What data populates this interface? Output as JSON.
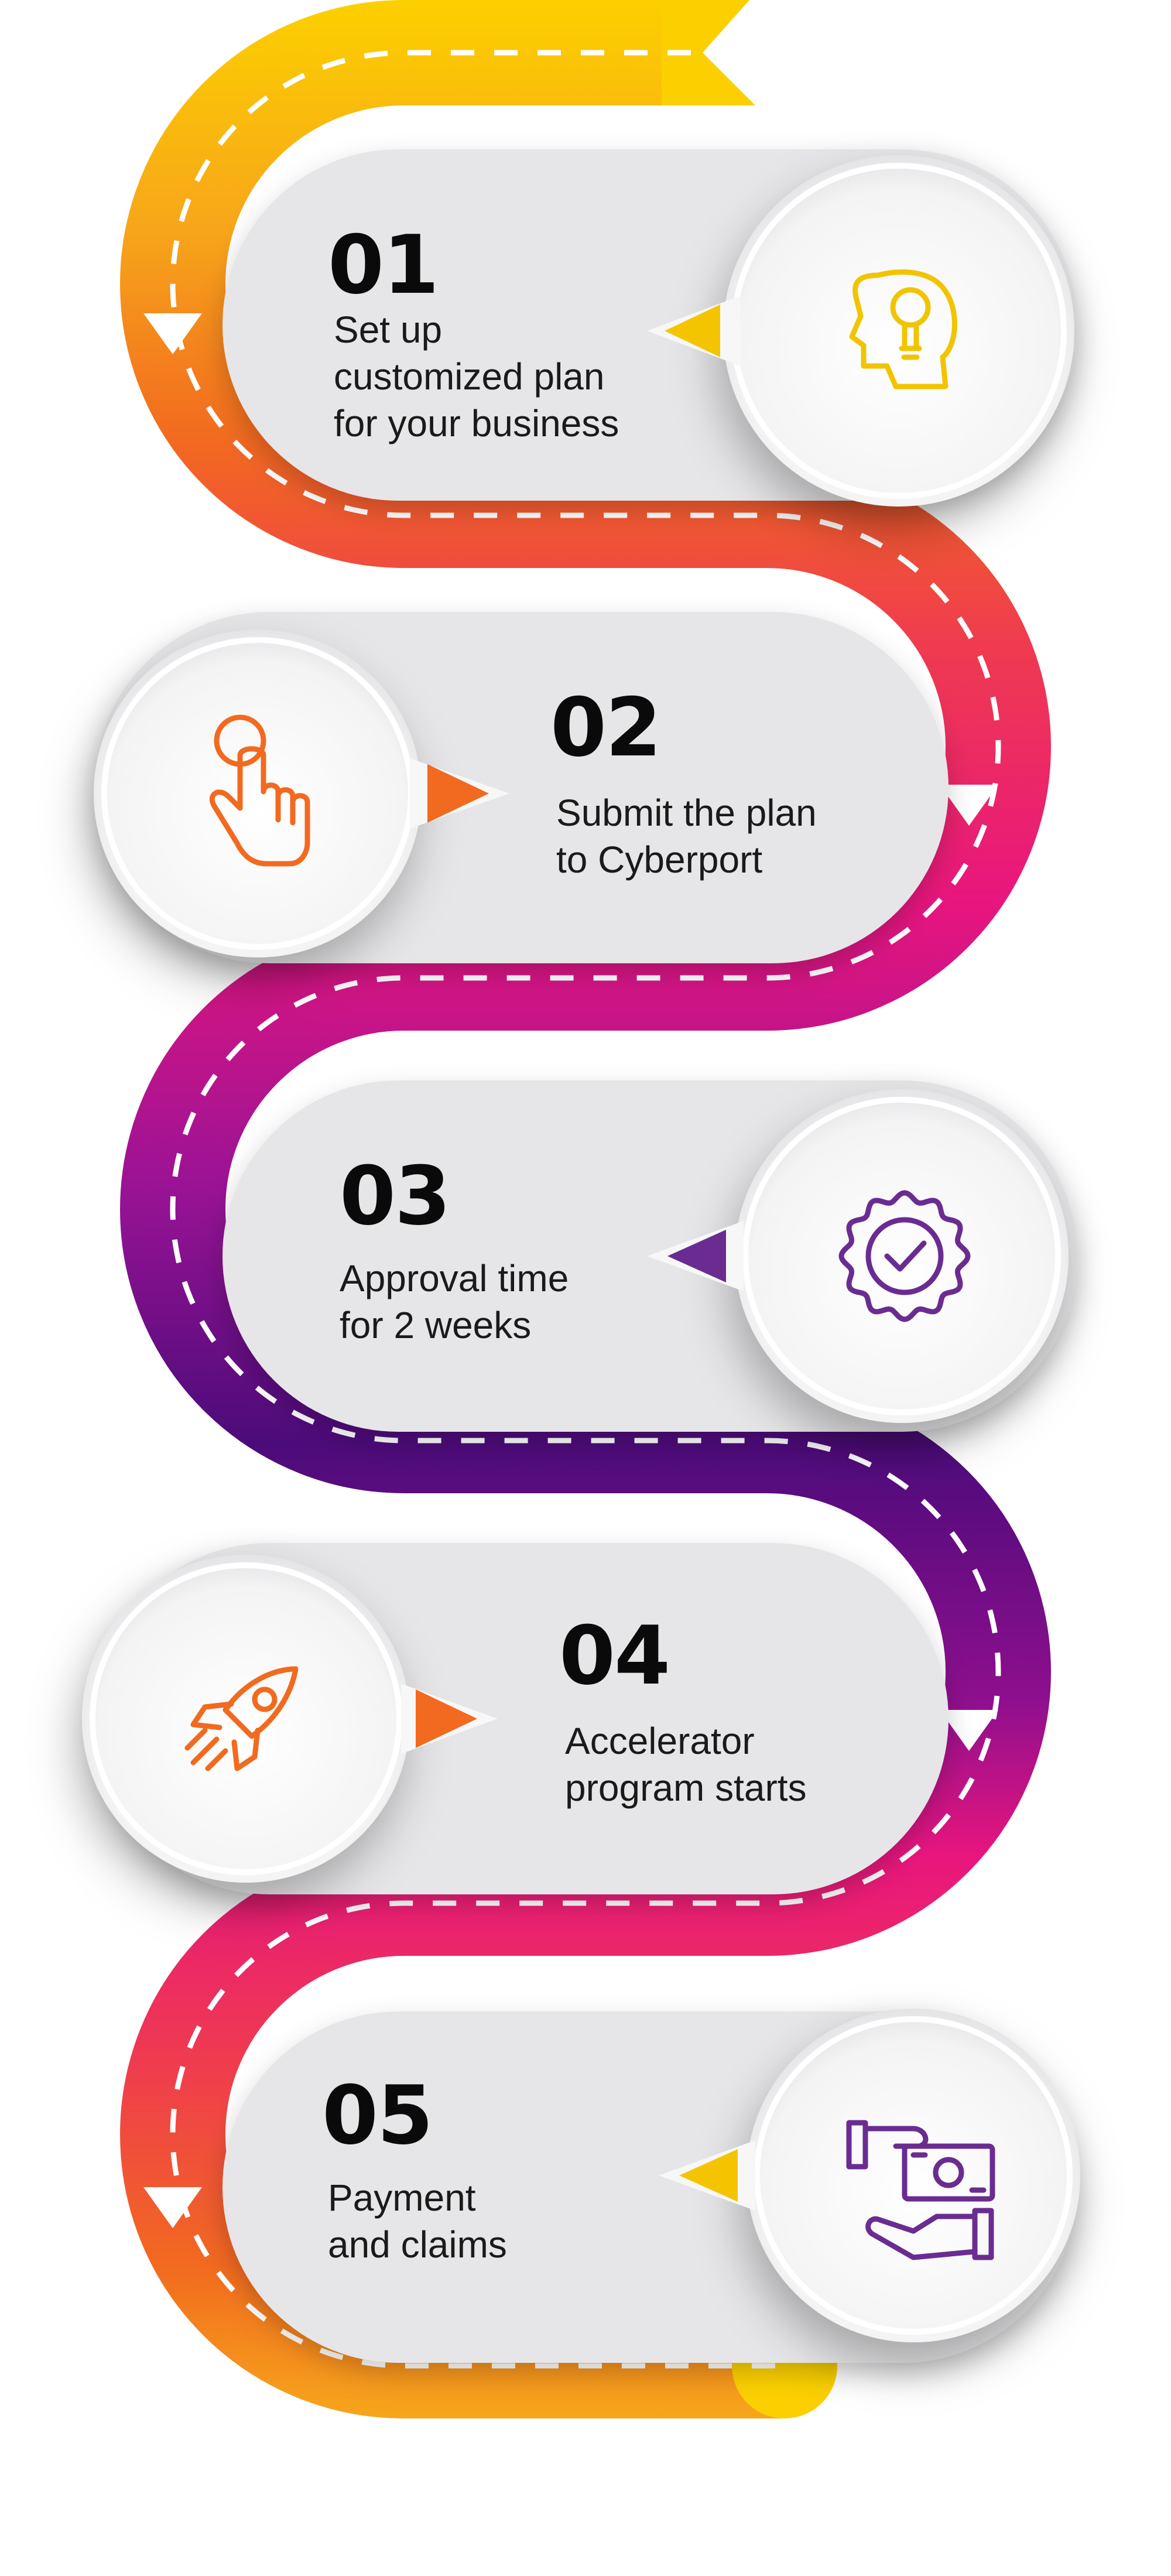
{
  "colors": {
    "yellow": "#FCD000",
    "orange": "#F26A1F",
    "magenta": "#E8157E",
    "purple": "#4C0B7A",
    "red": "#EF3B4F",
    "card": "#E6E6E8",
    "text": "#1a1a1a"
  },
  "steps": [
    {
      "number": "01",
      "lines": [
        "Set up",
        "customized plan",
        "for your business"
      ],
      "icon": "lightbulb-head-icon",
      "pointer_color": "#F5C400",
      "icon_color": "#F2C400"
    },
    {
      "number": "02",
      "lines": [
        "Submit the plan",
        "to Cyberport"
      ],
      "icon": "hand-pointer-icon",
      "pointer_color": "#F26A1F",
      "icon_color": "#F26A1F"
    },
    {
      "number": "03",
      "lines": [
        "Approval time",
        "for 2 weeks"
      ],
      "icon": "approval-badge-icon",
      "pointer_color": "#6A2C91",
      "icon_color": "#6A2C91"
    },
    {
      "number": "04",
      "lines": [
        "Accelerator",
        "program starts"
      ],
      "icon": "rocket-icon",
      "pointer_color": "#F26A1F",
      "icon_color": "#F26A1F"
    },
    {
      "number": "05",
      "lines": [
        "Payment",
        "and claims"
      ],
      "icon": "money-hands-icon",
      "pointer_color": "#F5C400",
      "icon_color": "#6A2C91"
    }
  ]
}
